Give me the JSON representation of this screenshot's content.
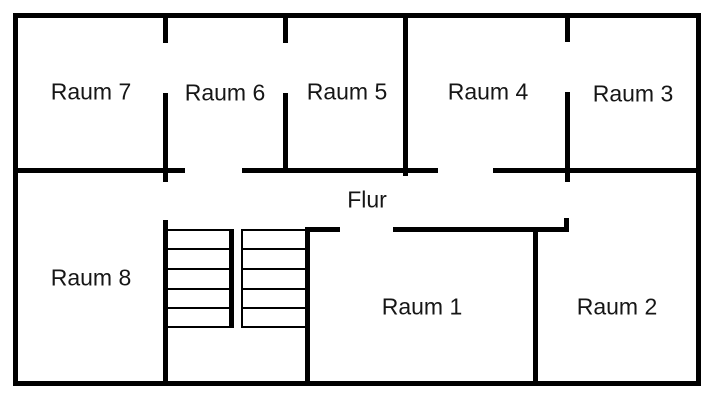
{
  "colors": {
    "wall": "#000000",
    "background": "#ffffff",
    "label_text": "#161616"
  },
  "floor_plan": {
    "corridor": {
      "label": "Flur"
    },
    "rooms": [
      {
        "id": "raum-1",
        "label": "Raum 1"
      },
      {
        "id": "raum-2",
        "label": "Raum 2"
      },
      {
        "id": "raum-3",
        "label": "Raum 3"
      },
      {
        "id": "raum-4",
        "label": "Raum 4"
      },
      {
        "id": "raum-5",
        "label": "Raum 5"
      },
      {
        "id": "raum-6",
        "label": "Raum 6"
      },
      {
        "id": "raum-7",
        "label": "Raum 7"
      },
      {
        "id": "raum-8",
        "label": "Raum 8"
      }
    ]
  }
}
